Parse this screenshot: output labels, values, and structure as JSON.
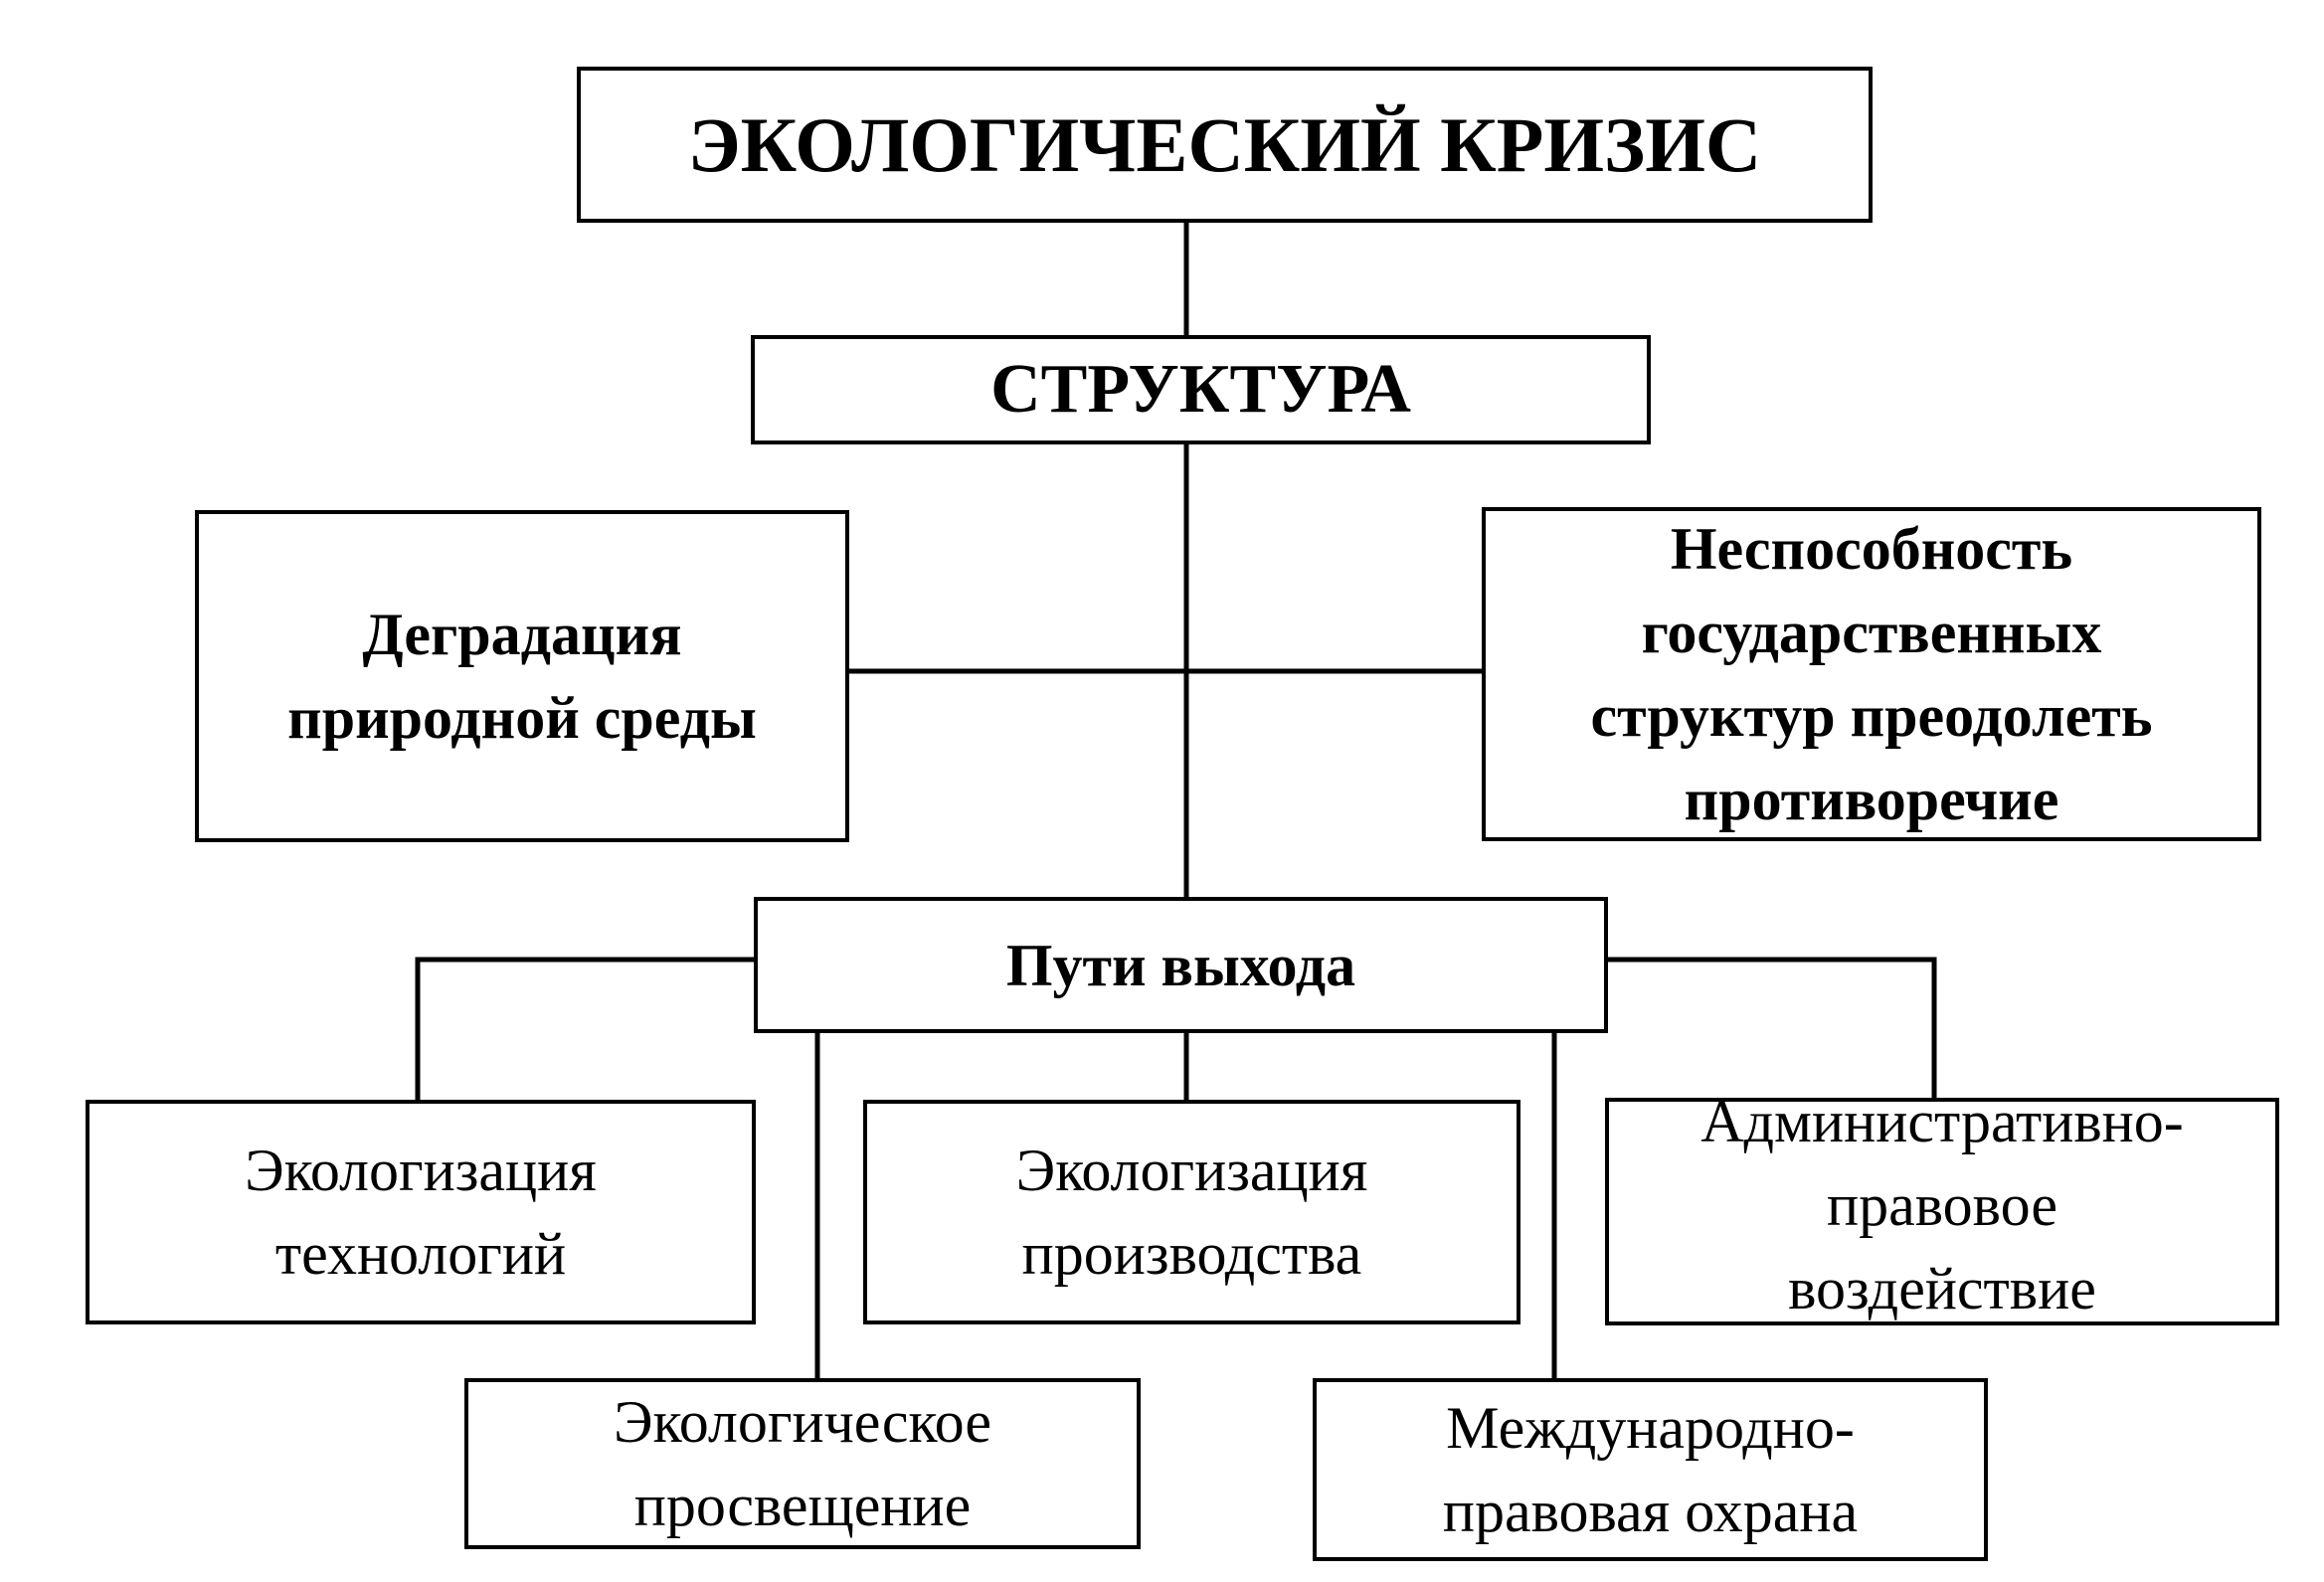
{
  "diagram": {
    "root": {
      "label": "ЭКОЛОГИЧЕСКИЙ КРИЗИС"
    },
    "structure": {
      "label": "СТРУКТУРА"
    },
    "components": {
      "degradation": {
        "lines": [
          "Деградация",
          "природной среды"
        ]
      },
      "inability": {
        "lines": [
          "Неспособность",
          "государственных",
          "структур преодолеть",
          "противоречие"
        ]
      }
    },
    "ways": {
      "label": "Пути выхода"
    },
    "solutions": {
      "eco_tech": {
        "lines": [
          "Экологизация",
          "технологий"
        ]
      },
      "eco_prod": {
        "lines": [
          "Экологизация",
          "производства"
        ]
      },
      "admin": {
        "lines": [
          "Административно-",
          "правовое",
          "воздействие"
        ]
      },
      "eco_edu": {
        "lines": [
          "Экологическое",
          "просвещение"
        ]
      },
      "intl": {
        "lines": [
          "Международно-",
          "правовая охрана"
        ]
      }
    }
  }
}
